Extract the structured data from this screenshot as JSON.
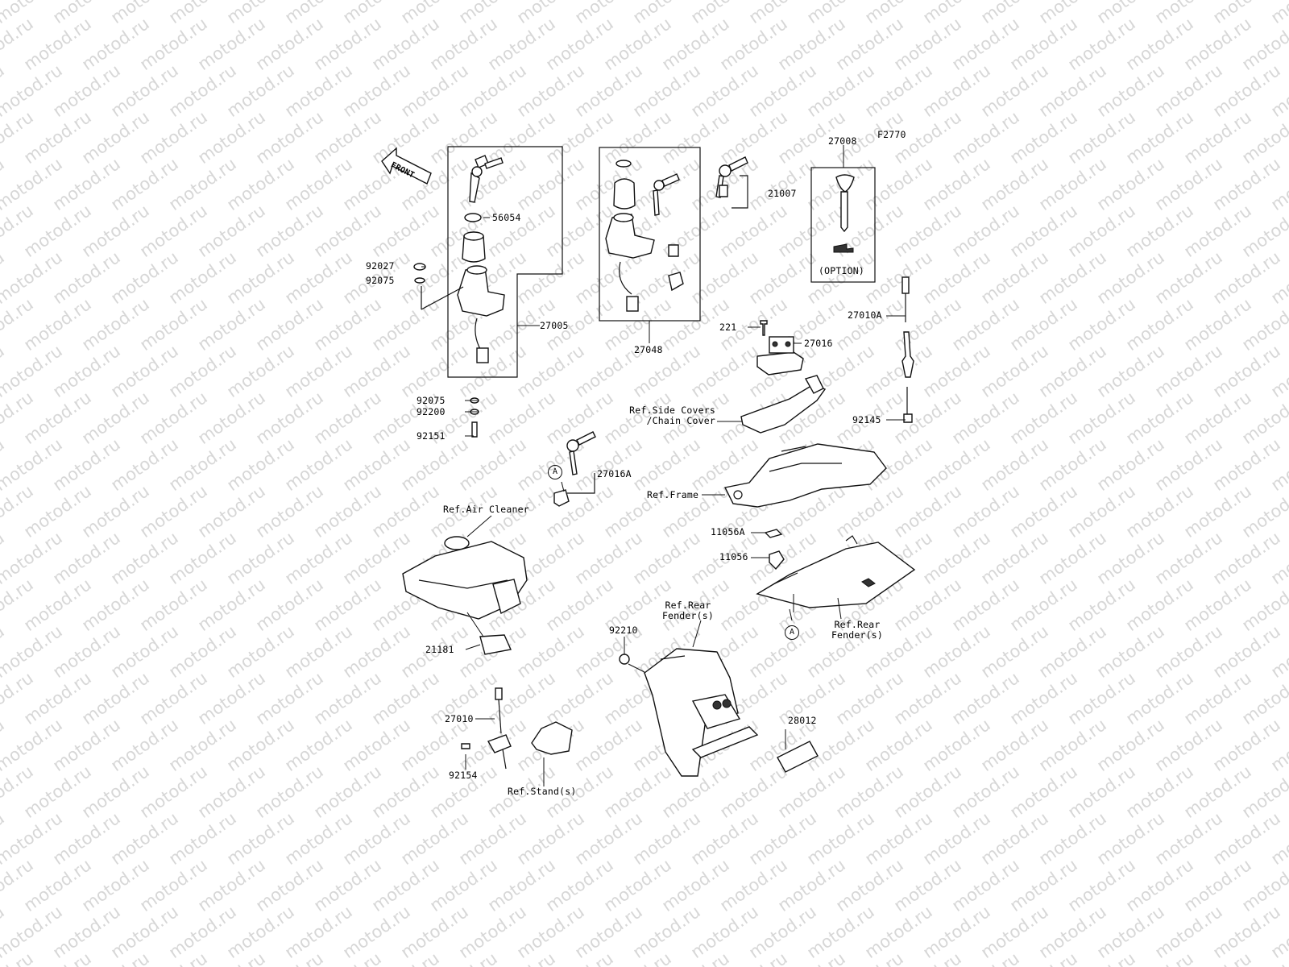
{
  "diagram": {
    "code": "F2770",
    "watermark": "motod.ru",
    "front_arrow": "FRONT",
    "callouts": {
      "c_56054": "56054",
      "c_92027": "92027",
      "c_92075_top": "92075",
      "c_27005": "27005",
      "c_92075_bottom": "92075",
      "c_92200": "92200",
      "c_92151": "92151",
      "c_27048": "27048",
      "c_21007": "21007",
      "c_27008": "27008",
      "c_option": "(OPTION)",
      "c_27010A": "27010A",
      "c_221": "221",
      "c_27016": "27016",
      "c_side_covers": "Ref.Side Covers\n/Chain Cover",
      "c_92145": "92145",
      "c_27016A": "27016A",
      "c_frame": "Ref.Frame",
      "c_air_cleaner": "Ref.Air Cleaner",
      "c_11056A": "11056A",
      "c_11056": "11056",
      "c_rear_fender_1": "Ref.Rear\nFender(s)",
      "c_rear_fender_2": "Ref.Rear\nFender(s)",
      "c_21181": "21181",
      "c_92210": "92210",
      "c_28012": "28012",
      "c_27010": "27010",
      "c_92154": "92154",
      "c_stand": "Ref.Stand(s)",
      "ref_a_1": "A",
      "ref_a_2": "A"
    }
  }
}
